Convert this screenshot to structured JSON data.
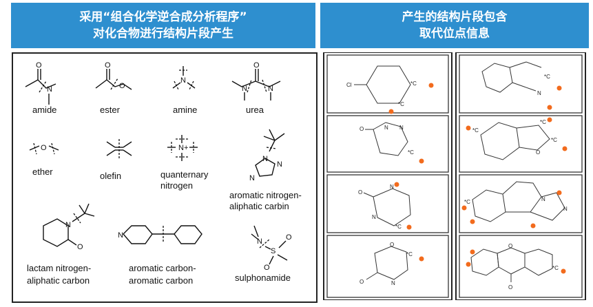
{
  "header_left": {
    "line1": "采用“组合化学逆合成分析程序”",
    "line2": "对化合物进行结构片段产生"
  },
  "header_right": {
    "line1": "产生的结构片段包含",
    "line2": "取代位点信息"
  },
  "fragment_types": [
    {
      "label": "amide"
    },
    {
      "label": "ester"
    },
    {
      "label": "amine"
    },
    {
      "label": "urea"
    },
    {
      "label": "ether"
    },
    {
      "label": "olefin"
    },
    {
      "label_line1": "quanternary",
      "label_line2": "nitrogen"
    },
    {
      "label_line1": "aromatic nitrogen-",
      "label_line2": "aliphatic carbin"
    },
    {
      "label_line1": "lactam nitrogen-",
      "label_line2": "aliphatic carbon"
    },
    {
      "label_line1": "aromatic carbon-",
      "label_line2": "aromatic carbon"
    },
    {
      "label": "sulphonamide"
    }
  ],
  "atoms": {
    "O": "O",
    "N": "N",
    "Nplus": "N+",
    "S": "S",
    "Cl": "Cl",
    "C": "C",
    "Cstar": "*C"
  },
  "colors": {
    "header_bg": "#2e8fcf",
    "marker": "#f26b1d"
  }
}
